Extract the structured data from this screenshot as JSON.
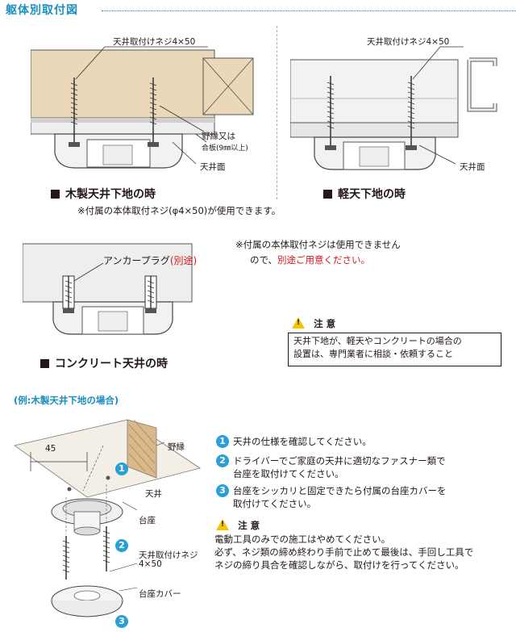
{
  "header": {
    "title": "躯体別取付図"
  },
  "wood": {
    "screw_label": "天井取付けネジ4×50",
    "edge_label_1": "野縁又は",
    "edge_label_2": "合板(9㎜以上)",
    "surface_label": "天井面",
    "caption": "木製天井下地の時",
    "note": "※付属の本体取付ネジ(φ4×50)が使用できます。"
  },
  "light": {
    "screw_label": "天井取付けネジ4×50",
    "surface_label": "天井面",
    "caption": "軽天下地の時"
  },
  "concrete": {
    "anchor_label": "アンカープラグ",
    "anchor_sep": "(別途)",
    "caption": "コンクリート天井の時",
    "note_1": "※付属の本体取付ネジは使用できません",
    "note_2a": "ので、",
    "note_2b": "別途ご用意ください。"
  },
  "caution1": {
    "title": "注 意",
    "line1": "天井下地が、軽天やコンクリートの場合の",
    "line2": "設置は、専門業者に相談・依頼すること"
  },
  "example": {
    "title": "(例:木製天井下地の場合)",
    "dim": "45",
    "label_noen": "野縁",
    "label_ceiling": "天井",
    "label_base": "台座",
    "label_screw_1": "天井取付けネジ",
    "label_screw_2": "4×50",
    "label_cover": "台座カバー",
    "badge1": "1",
    "badge2": "2",
    "badge3": "3"
  },
  "steps": [
    {
      "num": "1",
      "text": "天井の仕様を確認してください。"
    },
    {
      "num": "2",
      "text_1": "ドライバーでご家庭の天井に適切なファスナー類で",
      "text_2": "台座を取付けてください。"
    },
    {
      "num": "3",
      "text_1": "台座をシッカリと固定できたら付属の台座カバーを",
      "text_2": "取付けてください。"
    }
  ],
  "caution2": {
    "title": "注 意",
    "line1": "電動工具のみでの施工はやめてください。",
    "line2": "必ず、ネジ類の締め終わり手前で止めて最後は、手回し工具で",
    "line3": "ネジの締り具合を確認しながら、取付けを行ってください。"
  },
  "colors": {
    "accent": "#1b8fc0",
    "step": "#2a9fd6",
    "warn": "#f6c400",
    "red": "#d7161b",
    "wood": "#ead8b8"
  }
}
